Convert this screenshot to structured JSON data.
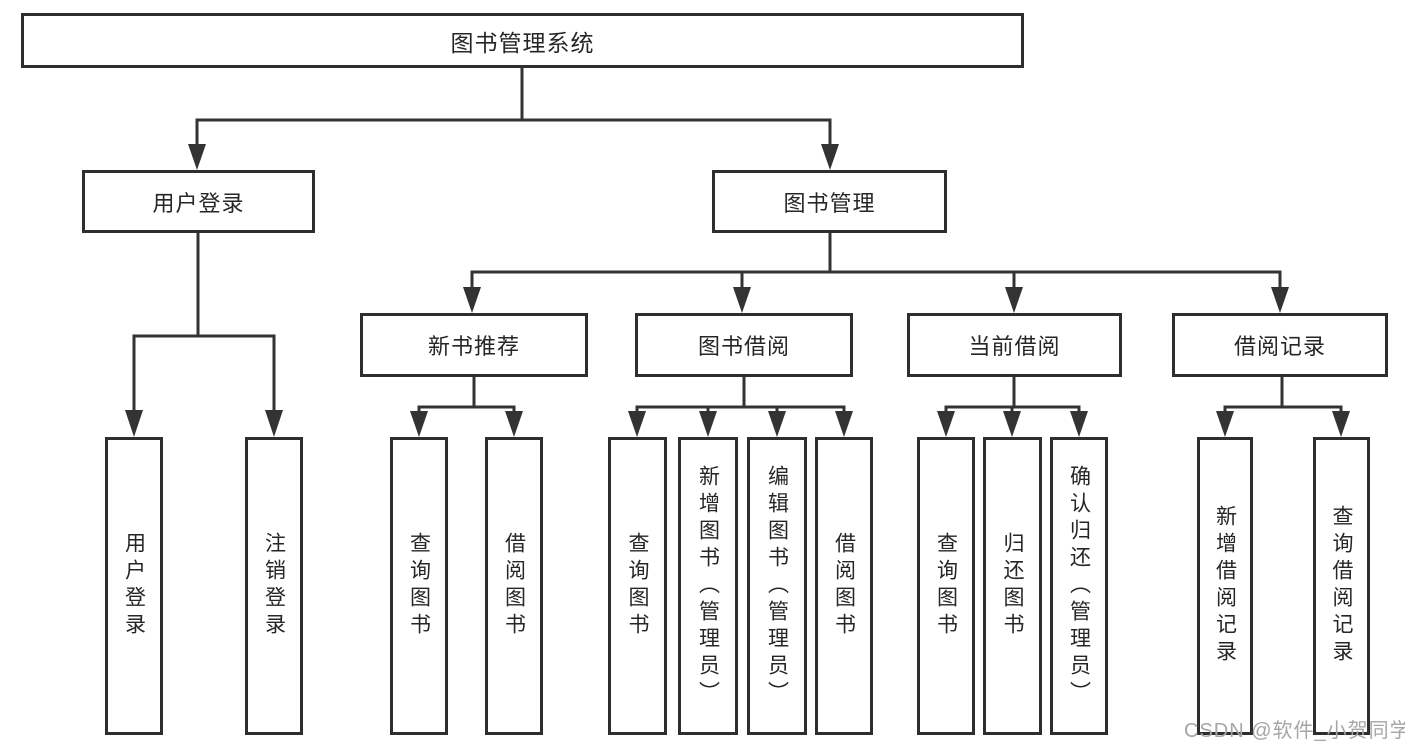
{
  "diagram_type": "hierarchy-tree",
  "nodes": {
    "root": "图书管理系统",
    "user_login": "用户登录",
    "book_mgmt": "图书管理",
    "new_book_rec": "新书推荐",
    "book_borrow": "图书借阅",
    "current_borrow": "当前借阅",
    "borrow_record": "借阅记录",
    "leaf_user_login": "用户登录",
    "leaf_logout": "注销登录",
    "leaf_query_book_1": "查询图书",
    "leaf_borrow_book_1": "借阅图书",
    "leaf_query_book_2": "查询图书",
    "leaf_add_book": "新增图书（管理员）",
    "leaf_edit_book": "编辑图书（管理员）",
    "leaf_borrow_book_2": "借阅图书",
    "leaf_query_book_3": "查询图书",
    "leaf_return_book": "归还图书",
    "leaf_confirm_return": "确认归还（管理员）",
    "leaf_add_record": "新增借阅记录",
    "leaf_query_record": "查询借阅记录"
  },
  "hierarchy": {
    "图书管理系统": [
      "用户登录",
      "图书管理"
    ],
    "用户登录": [
      "用户登录",
      "注销登录"
    ],
    "图书管理": [
      "新书推荐",
      "图书借阅",
      "当前借阅",
      "借阅记录"
    ],
    "新书推荐": [
      "查询图书",
      "借阅图书"
    ],
    "图书借阅": [
      "查询图书",
      "新增图书（管理员）",
      "编辑图书（管理员）",
      "借阅图书"
    ],
    "当前借阅": [
      "查询图书",
      "归还图书",
      "确认归还（管理员）"
    ],
    "借阅记录": [
      "新增借阅记录",
      "查询借阅记录"
    ]
  },
  "watermark": "CSDN @软件_小贺同学",
  "colors": {
    "line": "#333333",
    "box_border": "#2e2e2e",
    "box_fill": "#ffffff",
    "text": "#262626",
    "watermark": "#a6a6a6"
  }
}
